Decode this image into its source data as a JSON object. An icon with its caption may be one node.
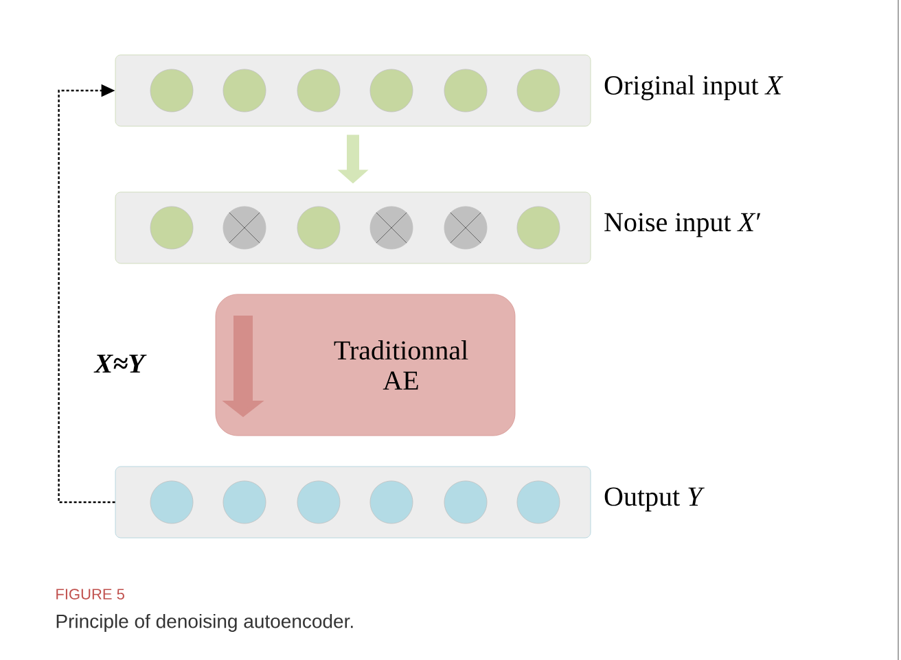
{
  "diagram": {
    "caption": "Principle of denoising autoencoder.",
    "nodes": [
      {
        "text": [],
        "shape": "box",
        "beside": [
          "Original input *X*"
        ]
      },
      {
        "text": [],
        "shape": "circle",
        "in": 0
      },
      {
        "text": [],
        "shape": "circle",
        "in": 0
      },
      {
        "text": [],
        "shape": "circle",
        "in": 0
      },
      {
        "text": [],
        "shape": "circle",
        "in": 0
      },
      {
        "text": [],
        "shape": "circle",
        "in": 0
      },
      {
        "text": [],
        "shape": "circle",
        "in": 0
      },
      {
        "text": [],
        "shape": "box",
        "beside": [
          "Noise input *X*′"
        ]
      },
      {
        "text": [],
        "shape": "circle",
        "in": 7
      },
      {
        "text": [],
        "shape": "cross",
        "in": 7
      },
      {
        "text": [],
        "shape": "circle",
        "in": 7
      },
      {
        "text": [],
        "shape": "cross",
        "in": 7
      },
      {
        "text": [],
        "shape": "cross",
        "in": 7
      },
      {
        "text": [],
        "shape": "circle",
        "in": 7
      },
      {
        "text": [
          "Traditionnal AE"
        ]
      },
      {
        "text": [],
        "shape": "box",
        "beside": [
          "Output *Y*"
        ]
      },
      {
        "text": [],
        "shape": "circle",
        "in": 15
      },
      {
        "text": [],
        "shape": "circle",
        "in": 15
      },
      {
        "text": [],
        "shape": "circle",
        "in": 15
      },
      {
        "text": [],
        "shape": "circle",
        "in": 15
      },
      {
        "text": [],
        "shape": "circle",
        "in": 15
      },
      {
        "text": [],
        "shape": "circle",
        "in": 15
      }
    ],
    "edges": [
      {
        "from": 0,
        "to": 7,
        "arrow": "to",
        "style": "thick",
        "color": "#d5e6b8"
      },
      {
        "from": 15,
        "to": 0,
        "arrow": "to",
        "style": "dashed",
        "color": "#000000",
        "label": "X≈Y"
      }
    ],
    "labels": [
      "FIGURE 5"
    ]
  }
}
